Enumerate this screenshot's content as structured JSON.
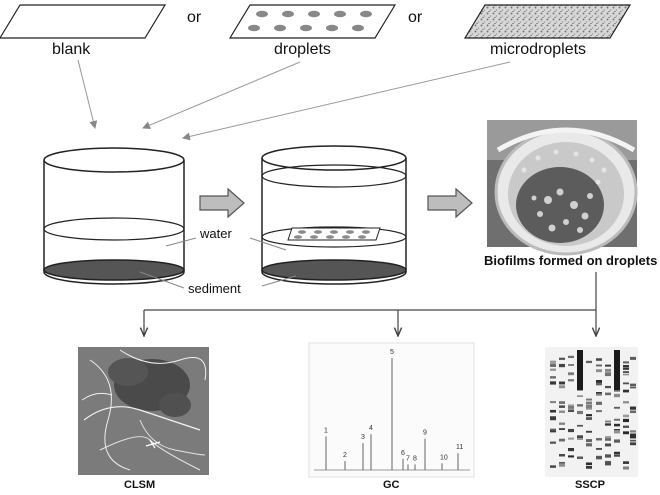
{
  "top_row": {
    "blank_label": "blank",
    "or_label_1": "or",
    "droplets_label": "droplets",
    "or_label_2": "or",
    "microdroplets_label": "microdroplets"
  },
  "setup": {
    "water_label": "water",
    "sediment_label": "sediment",
    "biofilm_caption": "Biofilms formed on droplets"
  },
  "analysis": {
    "clsm_label": "CLSM",
    "gc_label": "GC",
    "sscp_label": "SSCP",
    "gc_peaks": [
      {
        "label": "1",
        "height": 0.3
      },
      {
        "label": "2",
        "height": 0.08
      },
      {
        "label": "3",
        "height": 0.24
      },
      {
        "label": "4",
        "height": 0.32
      },
      {
        "label": "5",
        "height": 1.0
      },
      {
        "label": "6",
        "height": 0.1
      },
      {
        "label": "7",
        "height": 0.05
      },
      {
        "label": "8",
        "height": 0.05
      },
      {
        "label": "9",
        "height": 0.28
      },
      {
        "label": "10",
        "height": 0.06
      },
      {
        "label": "11",
        "height": 0.15
      }
    ]
  }
}
